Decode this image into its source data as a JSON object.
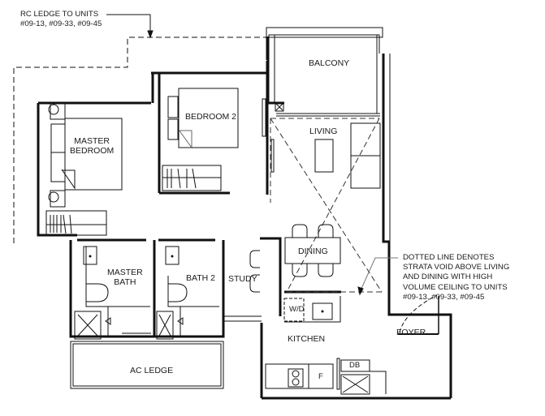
{
  "rooms": {
    "balcony": "BALCONY",
    "living": "LIVING",
    "bedroom2": "BEDROOM 2",
    "master_bedroom_line1": "MASTER",
    "master_bedroom_line2": "BEDROOM",
    "dining": "DINING",
    "master_bath_line1": "MASTER",
    "master_bath_line2": "BATH",
    "bath2": "BATH 2",
    "study": "STUDY",
    "wd": "W/D",
    "kitchen": "KITCHEN",
    "foyer": "FOYER",
    "ac_ledge": "AC LEDGE",
    "db": "DB",
    "fridge": "F"
  },
  "notes": {
    "rc_ledge": {
      "line1": "RC LEDGE TO UNITS",
      "line2": "#09-13, #09-33, #09-45"
    },
    "strata_void": {
      "line1": "DOTTED LINE DENOTES",
      "line2": "STRATA VOID ABOVE LIVING",
      "line3": "AND DINING WITH HIGH",
      "line4": "VOLUME CEILING TO UNITS",
      "line5": "#09-13, #09-33, #09-45"
    }
  },
  "colors": {
    "line": "#111111",
    "leader": "#777777",
    "background": "#ffffff"
  }
}
